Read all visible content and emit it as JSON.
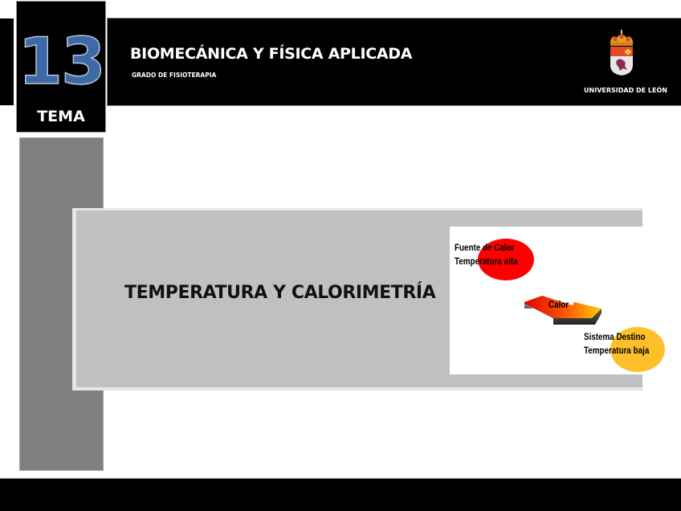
{
  "slide": {
    "tema_number": "13",
    "tema_label": "TEMA",
    "course_title": "BIOMECÁNICA Y FÍSICA APLICADA",
    "course_subtitle": "GRADO DE FISIOTERAPIA",
    "university": "UNIVERSIDAD DE LEÓN",
    "lesson_title": "TEMPERATURA Y CALORIMETRÍA"
  },
  "diagram": {
    "hot_source": {
      "line1": "Fuente de Calor",
      "line2": "Temperatura alta",
      "color": "#ff0000"
    },
    "arrow_label": "Calor",
    "cold_target": {
      "line1": "Sistema Destino",
      "line2": "Temperatura baja",
      "color": "#fdc02a"
    }
  },
  "icons": {
    "crest": "university-crest-icon",
    "arrow": "heat-flow-arrow-icon"
  },
  "colors": {
    "bar": "#000000",
    "number_blue": "#3d6aa5",
    "dark_gray": "#808080",
    "light_gray": "#c0c0c0"
  }
}
